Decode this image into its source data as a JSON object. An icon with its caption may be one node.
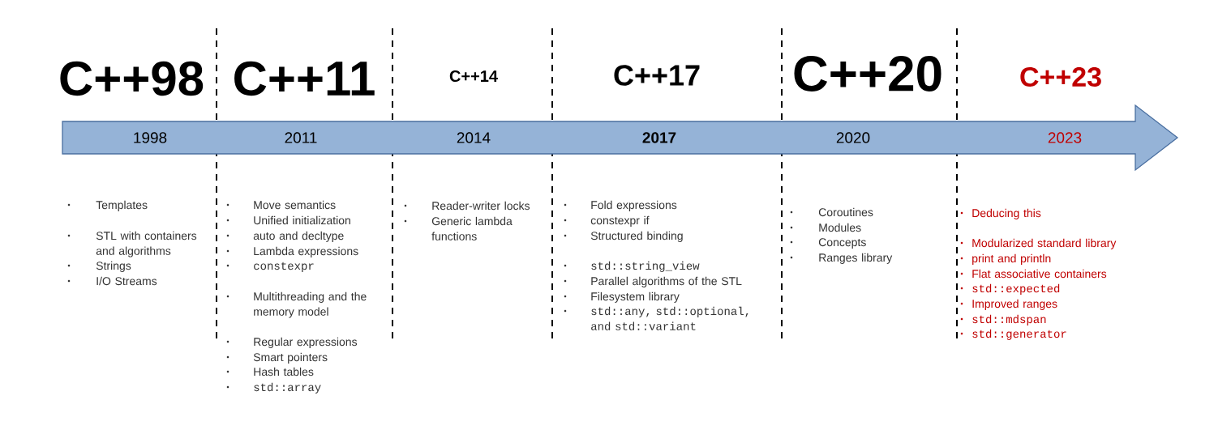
{
  "diagram": {
    "nodes": [
      {
        "text": [
          "1998",
          "2011",
          "2014",
          "2017",
          "2020",
          "2023"
        ]
      }
    ],
    "labels": [
      "C++98",
      "C++11",
      "C++14",
      "C++17",
      "C++20",
      "C++23",
      "Templates",
      "STL with containers and algorithms",
      "Strings",
      "I/O Streams",
      "Move semantics",
      "Unified initialization",
      "auto and decltype",
      "Lambda expressions",
      "constexpr",
      "Multithreading and the memory model",
      "Regular expressions",
      "Smart pointers",
      "Hash tables",
      "std::array",
      "Reader-writer locks",
      "Generic lambda functions",
      "Fold expressions",
      "constexpr if",
      "Structured binding",
      "std::string_view",
      "Parallel algorithms of the STL",
      "Filesystem library",
      "std::any, std::optional, and std::variant",
      "Coroutines",
      "Modules",
      "Concepts",
      "Ranges library",
      "Deducing this",
      "Modularized standard library",
      "print and println",
      "Flat associative containers",
      "std::expected",
      "Improved ranges",
      "std::mdspan",
      "std::generator"
    ]
  }
}
